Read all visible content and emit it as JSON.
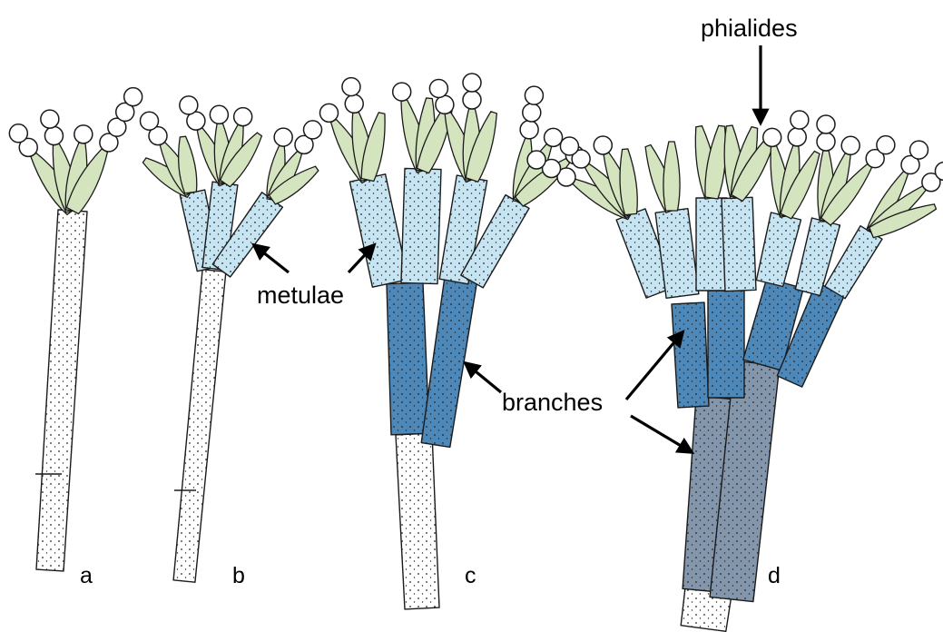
{
  "labels": {
    "phialides": "phialides",
    "metulae": "metulae",
    "branches": "branches",
    "panel_a": "a",
    "panel_b": "b",
    "panel_c": "c",
    "panel_d": "d"
  },
  "colors": {
    "phialide": "#d4e4bf",
    "metula": "#c6e4f2",
    "branch": "#4d88b8",
    "branch_lower": "#8496ab",
    "stipe": "#ffffff",
    "outline": "#1a1a1a",
    "conidium": "#ffffff"
  },
  "icons": {
    "arrow": "arrow-icon"
  }
}
